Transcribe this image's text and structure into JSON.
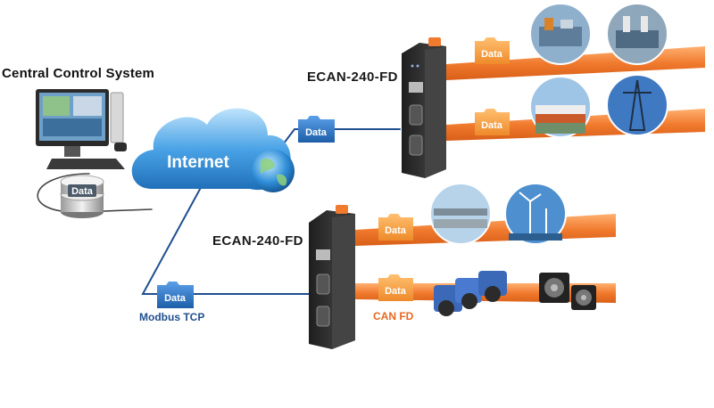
{
  "labels": {
    "central_system": "Central Control System",
    "internet": "Internet",
    "database": "Data",
    "device_top": "ECAN-240-FD",
    "device_bottom": "ECAN-240-FD",
    "modbus": "Modbus TCP",
    "canfd": "CAN FD"
  },
  "data_tags": [
    "Data",
    "Data",
    "Data",
    "Data",
    "Data",
    "Data"
  ],
  "photos": [
    "factory-automation",
    "robot-assembly-line",
    "railway-train",
    "power-transmission-tower",
    "pipeline-facility",
    "offshore-wind-turbines",
    "servo-motors-group",
    "servo-motors-pair"
  ],
  "colors": {
    "cable_orange": "#f07a2e",
    "network_blue": "#1f4f8f",
    "cloud_blue": "#3a8fd6",
    "device_dark": "#2a2a2a",
    "folder_orange": "#f39a3a"
  }
}
